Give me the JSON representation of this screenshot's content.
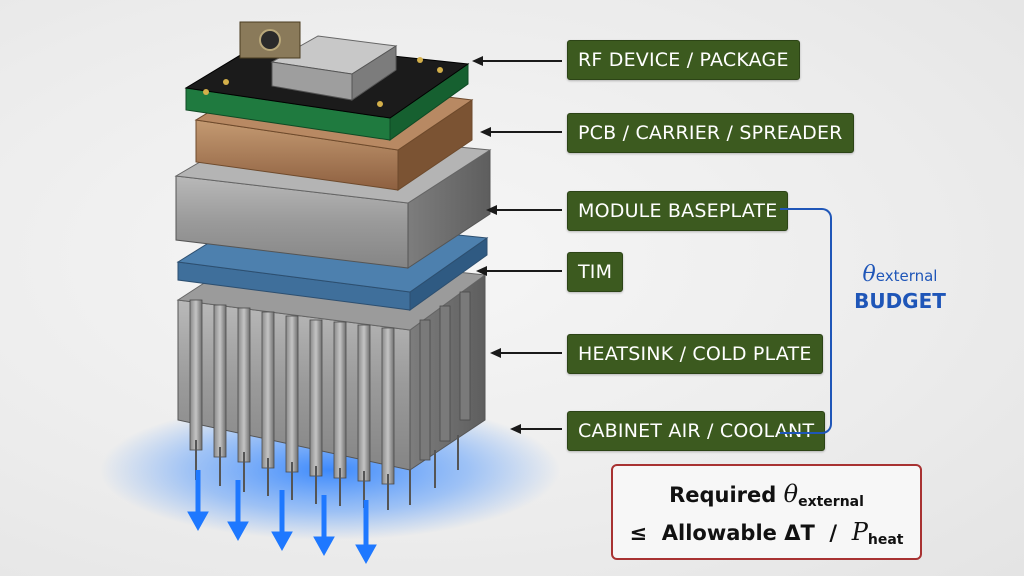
{
  "labels": {
    "rf_device": "RF DEVICE / PACKAGE",
    "pcb": "PCB / CARRIER / SPREADER",
    "baseplate": "MODULE BASEPLATE",
    "tim": "TIM",
    "heatsink": "HEATSINK / COLD PLATE",
    "cabinet": "CABINET AIR / COOLANT"
  },
  "budget": {
    "theta": "θ",
    "subscript": "external",
    "word": "BUDGET"
  },
  "formula": {
    "line1_prefix": "Required",
    "theta": "θ",
    "theta_sub": "external",
    "leq": "≤",
    "allowable": "Allowable ΔT",
    "slash": "/",
    "p": "P",
    "p_sub": "heat"
  },
  "colors": {
    "label_bg": "#3c5a1f",
    "budget_blue": "#1f56b8",
    "formula_border": "#a83232",
    "airflow_blue": "#1e78ff"
  }
}
